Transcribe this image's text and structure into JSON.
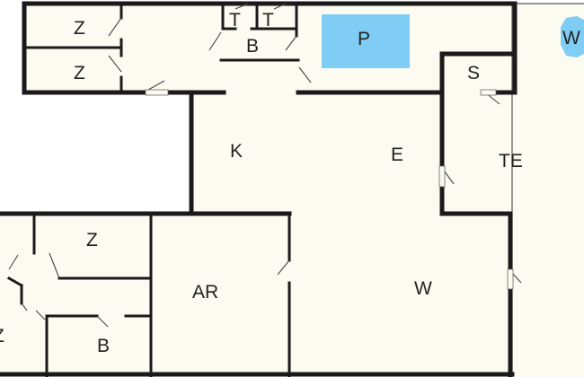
{
  "plan": {
    "colors": {
      "floor": "#fbfbf1",
      "wall": "#1a1a1a",
      "pool": "#7fcdf4",
      "wellness": "#7fcdf4"
    },
    "rooms": {
      "z_top_1": "Z",
      "z_top_2": "Z",
      "t_1": "T",
      "t_2": "T",
      "b_top": "B",
      "p": "P",
      "w_top": "W",
      "s": "S",
      "k": "K",
      "e": "E",
      "te": "TE",
      "z_bottom": "Z",
      "ar": "AR",
      "w_bottom": "W",
      "z_partial": "Z",
      "b_bottom": "B"
    }
  }
}
